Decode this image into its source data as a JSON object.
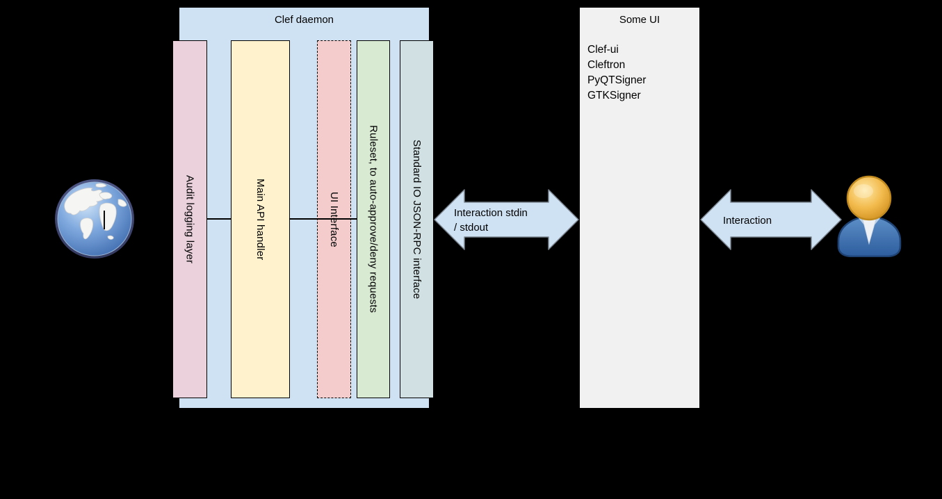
{
  "clef_daemon": {
    "title": "Clef daemon",
    "fill": "#cfe2f3",
    "bars": [
      {
        "label": "Audit logging layer",
        "fill": "#ead1dc",
        "border": "solid"
      },
      {
        "label": "Main API handler",
        "fill": "#fff2cc",
        "border": "solid"
      },
      {
        "label": "UI Interface",
        "fill": "#f4cccc",
        "border": "dashed"
      },
      {
        "label": "Ruleset, to auto-approve/deny requests",
        "fill": "#d9ead3",
        "border": "solid"
      },
      {
        "label": "Standard IO JSON-RPC interface",
        "fill": "#d0e0e3",
        "border": "solid"
      }
    ]
  },
  "some_ui": {
    "title": "Some UI",
    "fill": "#f1f1f1",
    "items": [
      "Clef-ui",
      "Cleftron",
      "PyQTSigner",
      "GTKSigner"
    ]
  },
  "arrows": [
    {
      "name": "stdio-arrow",
      "lines": [
        "Interaction stdin",
        "/ stdout"
      ]
    },
    {
      "name": "user-arrow",
      "lines": [
        "Interaction"
      ]
    }
  ],
  "icons": {
    "left": "globe-icon",
    "right": "user-icon"
  },
  "colors": {
    "background": "#000000",
    "container_blue": "#cfe2f3",
    "arrow_fill": "#cfe2f3",
    "arrow_border": "#7b8590",
    "text": "#000000",
    "some_ui_gray": "#f1f1f1"
  }
}
